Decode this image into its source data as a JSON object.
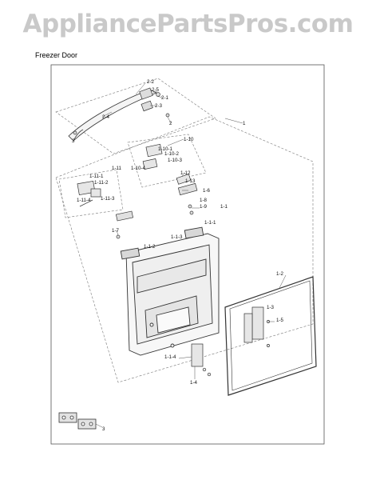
{
  "watermark": "AppliancePartsPros.com",
  "title": "Freezer Door",
  "labels": [
    "2-2",
    "2-5",
    "2-1",
    "2-3",
    "2-4",
    "2",
    "3",
    "1",
    "1-10",
    "1-10-1",
    "1-10-2",
    "1-10-3",
    "1-10-4",
    "1-11",
    "1-11-1",
    "1-11-2",
    "1-11-4",
    "1-11-3",
    "1-12",
    "1-13",
    "1-6",
    "1-8",
    "1-9",
    "1-1",
    "1-7",
    "1-1-1",
    "1-1-3",
    "1-1-2",
    "1-2",
    "1-3",
    "1-5",
    "1-1-4",
    "1-4",
    "3"
  ]
}
